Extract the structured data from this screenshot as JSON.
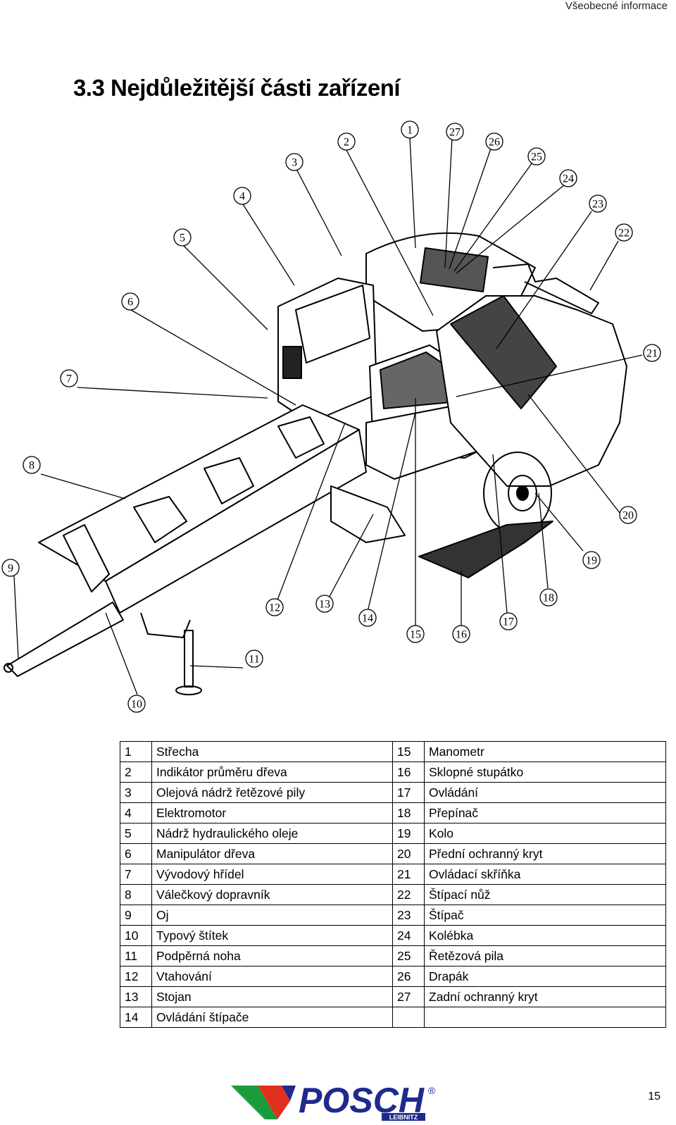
{
  "header": {
    "section": "Všeobecné informace"
  },
  "title": "3.3 Nejdůležitější části zařízení",
  "diagram": {
    "callouts": [
      "1",
      "2",
      "3",
      "4",
      "5",
      "6",
      "7",
      "8",
      "9",
      "10",
      "11",
      "12",
      "13",
      "14",
      "15",
      "16",
      "17",
      "18",
      "19",
      "20",
      "21",
      "22",
      "23",
      "24",
      "25",
      "26",
      "27"
    ]
  },
  "parts_table": [
    {
      "left_num": "1",
      "left_label": "Střecha",
      "right_num": "15",
      "right_label": "Manometr"
    },
    {
      "left_num": "2",
      "left_label": "Indikátor průměru dřeva",
      "right_num": "16",
      "right_label": "Sklopné stupátko"
    },
    {
      "left_num": "3",
      "left_label": "Olejová nádrž řetězové pily",
      "right_num": "17",
      "right_label": "Ovládání"
    },
    {
      "left_num": "4",
      "left_label": "Elektromotor",
      "right_num": "18",
      "right_label": "Přepínač"
    },
    {
      "left_num": "5",
      "left_label": "Nádrž hydraulického oleje",
      "right_num": "19",
      "right_label": "Kolo"
    },
    {
      "left_num": "6",
      "left_label": "Manipulátor dřeva",
      "right_num": "20",
      "right_label": "Přední ochranný kryt"
    },
    {
      "left_num": "7",
      "left_label": "Vývodový hřídel",
      "right_num": "21",
      "right_label": "Ovládací skříňka"
    },
    {
      "left_num": "8",
      "left_label": "Válečkový dopravník",
      "right_num": "22",
      "right_label": "Štípací nůž"
    },
    {
      "left_num": "9",
      "left_label": "Oj",
      "right_num": "23",
      "right_label": "Štípač"
    },
    {
      "left_num": "10",
      "left_label": "Typový štítek",
      "right_num": "24",
      "right_label": "Kolébka"
    },
    {
      "left_num": "11",
      "left_label": "Podpěrná noha",
      "right_num": "25",
      "right_label": "Řetězová pila"
    },
    {
      "left_num": "12",
      "left_label": "Vtahování",
      "right_num": "26",
      "right_label": "Drapák"
    },
    {
      "left_num": "13",
      "left_label": "Stojan",
      "right_num": "27",
      "right_label": "Zadní ochranný kryt"
    },
    {
      "left_num": "14",
      "left_label": "Ovládání štípače",
      "right_num": "",
      "right_label": ""
    }
  ],
  "logo": {
    "brand": "POSCH",
    "sub": "LEIBNITZ",
    "mark": "®",
    "colors": {
      "green": "#1a9b3c",
      "red": "#e0311f",
      "blue": "#1e2a8c"
    }
  },
  "page_number": "15"
}
